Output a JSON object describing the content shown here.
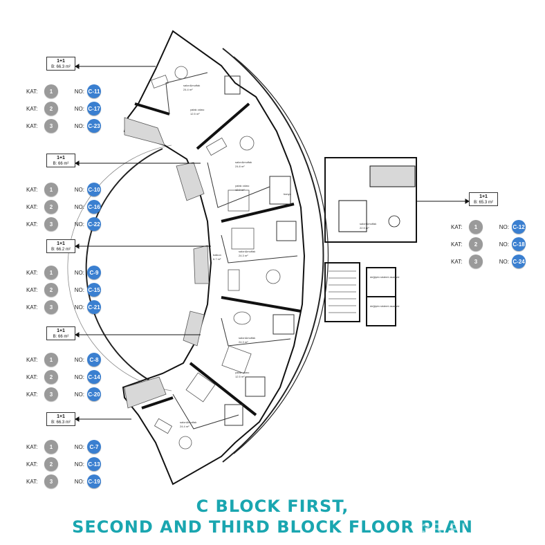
{
  "title": {
    "line1": "C BLOCK FIRST,",
    "line2": "SECOND AND THIRD BLOCK FLOOR PLAN"
  },
  "watermark": "3R PLAN",
  "units": [
    {
      "label": "1+1",
      "area": "B: 66.3 m²",
      "rows": [
        {
          "kat": "KAT:",
          "floor": "1",
          "no": "NO:",
          "apt": "C-11"
        },
        {
          "kat": "KAT:",
          "floor": "2",
          "no": "NO:",
          "apt": "C-17"
        },
        {
          "kat": "KAT:",
          "floor": "3",
          "no": "NO:",
          "apt": "C-23"
        }
      ]
    },
    {
      "label": "1+1",
      "area": "B: 66 m²",
      "rows": [
        {
          "kat": "KAT:",
          "floor": "1",
          "no": "NO:",
          "apt": "C-10"
        },
        {
          "kat": "KAT:",
          "floor": "2",
          "no": "NO:",
          "apt": "C-16"
        },
        {
          "kat": "KAT:",
          "floor": "3",
          "no": "NO:",
          "apt": "C-22"
        }
      ]
    },
    {
      "label": "1+1",
      "area": "B: 66.2 m²",
      "rows": [
        {
          "kat": "KAT:",
          "floor": "1",
          "no": "NO:",
          "apt": "C-9"
        },
        {
          "kat": "KAT:",
          "floor": "2",
          "no": "NO:",
          "apt": "C-15"
        },
        {
          "kat": "KAT:",
          "floor": "3",
          "no": "NO:",
          "apt": "C-21"
        }
      ]
    },
    {
      "label": "1+1",
      "area": "B: 66 m²",
      "rows": [
        {
          "kat": "KAT:",
          "floor": "1",
          "no": "NO:",
          "apt": "C-8"
        },
        {
          "kat": "KAT:",
          "floor": "2",
          "no": "NO:",
          "apt": "C-14"
        },
        {
          "kat": "KAT:",
          "floor": "3",
          "no": "NO:",
          "apt": "C-20"
        }
      ]
    },
    {
      "label": "1+1",
      "area": "B: 66.3 m²",
      "rows": [
        {
          "kat": "KAT:",
          "floor": "1",
          "no": "NO:",
          "apt": "C-7"
        },
        {
          "kat": "KAT:",
          "floor": "2",
          "no": "NO:",
          "apt": "C-13"
        },
        {
          "kat": "KAT:",
          "floor": "3",
          "no": "NO:",
          "apt": "C-19"
        }
      ]
    },
    {
      "label": "1+1",
      "area": "B: 65.3 m²",
      "rows": [
        {
          "kat": "KAT:",
          "floor": "1",
          "no": "NO:",
          "apt": "C-12"
        },
        {
          "kat": "KAT:",
          "floor": "2",
          "no": "NO:",
          "apt": "C-18"
        },
        {
          "kat": "KAT:",
          "floor": "3",
          "no": "NO:",
          "apt": "C-24"
        }
      ]
    }
  ],
  "rooms": {
    "salon": "salon&mutfak",
    "salon_area_a": "24.4 m²",
    "salon_area_b": "24.8 m²",
    "salon_area_c": "24.3 m²",
    "salon_area_d": "22.5 m²",
    "bedroom": "yatak odası",
    "bedroom_area": "12.5 m²",
    "bedroom_area_b": "12.0 m²",
    "bath": "banyo",
    "bath_area": "4.1 m²",
    "balcony": "balkon",
    "balcony_area": "6.7 m²",
    "elevator_big": "değişim sistemi asansör",
    "elevator_small": "değişim sistemi asansör"
  },
  "colors": {
    "floor_circle": "#9a9a9a",
    "apt_circle": "#3a7fd0",
    "title": "#1aa6b0"
  }
}
